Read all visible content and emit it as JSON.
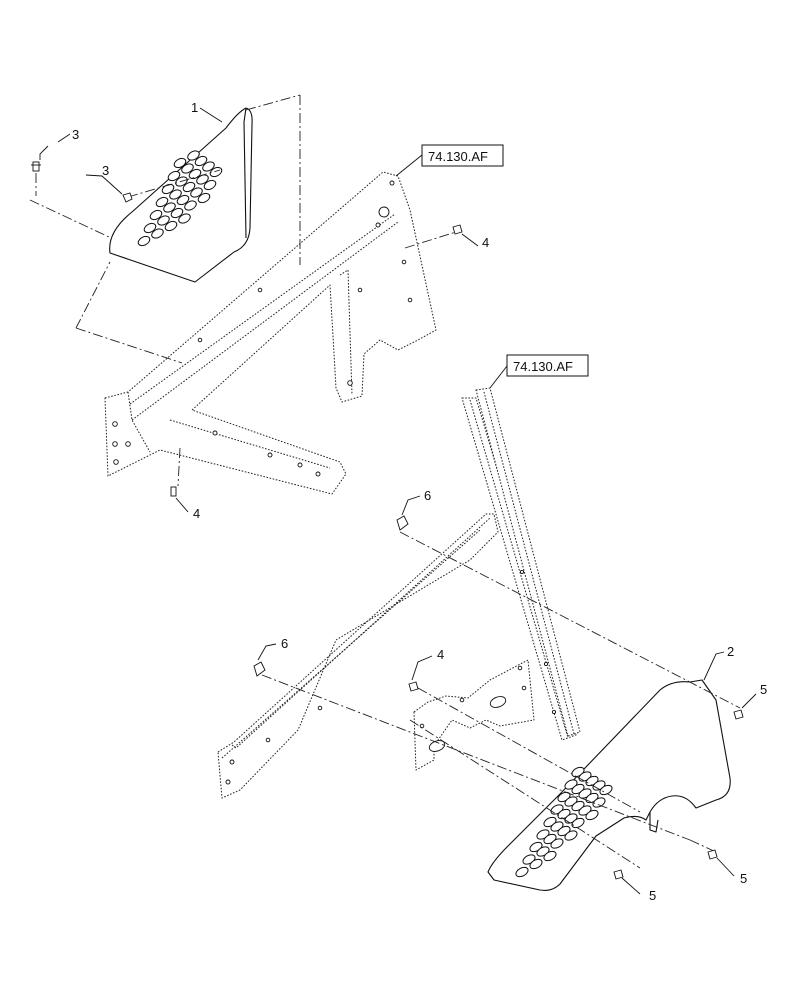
{
  "callouts": {
    "c1": "1",
    "c2": "2",
    "c3a": "3",
    "c3b": "3",
    "c4a": "4",
    "c4b": "4",
    "c4c": "4",
    "c5a": "5",
    "c5b": "5",
    "c5c": "5",
    "c6a": "6",
    "c6b": "6"
  },
  "references": {
    "top": "74.130.AF",
    "middle": "74.130.AF"
  }
}
